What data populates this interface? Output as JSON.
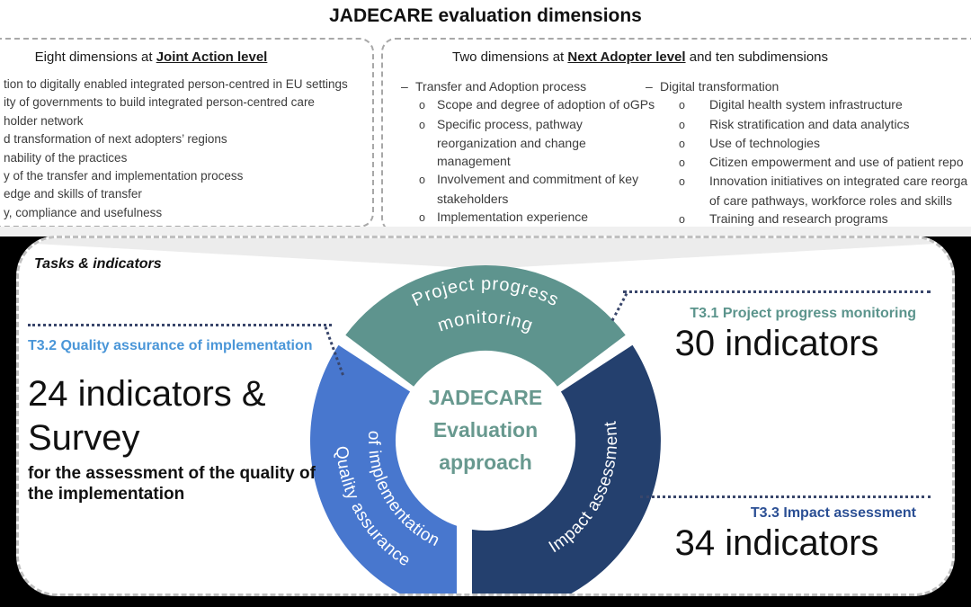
{
  "title": "JADECARE evaluation dimensions",
  "joint_action_box": {
    "heading_prefix": "Eight dimensions at ",
    "heading_emphasis": "Joint Action level",
    "heading_suffix": "",
    "items": [
      "tion to digitally enabled integrated person-centred in EU settings",
      "ity of governments to build integrated person-centred care",
      "holder network",
      "d transformation of next adopters’ regions",
      "nability of the practices",
      "y of the transfer and implementation process",
      "edge and skills of transfer",
      "y, compliance and usefulness"
    ]
  },
  "next_adopter_box": {
    "heading_prefix": "Two dimensions at ",
    "heading_emphasis": "Next Adopter level",
    "heading_suffix": " and ten subdimensions",
    "columns": [
      {
        "dash": "–",
        "heading": "Transfer and Adoption process",
        "rows": [
          {
            "m": "o",
            "t": "Scope and degree of adoption of oGPs"
          },
          {
            "m": "o",
            "t": "Specific process, pathway"
          },
          {
            "m": "",
            "t": "reorganization and change"
          },
          {
            "m": "",
            "t": "management"
          },
          {
            "m": "o",
            "t": "Involvement and commitment of key"
          },
          {
            "m": "",
            "t": "stakeholders"
          },
          {
            "m": "o",
            "t": "Implementation experience"
          }
        ]
      },
      {
        "dash": "–",
        "heading": "Digital transformation",
        "rows": [
          {
            "m": "o",
            "t": "Digital health system infrastructure"
          },
          {
            "m": "o",
            "t": "Risk stratification and data analytics"
          },
          {
            "m": "o",
            "t": "Use of technologies"
          },
          {
            "m": "o",
            "t": "Citizen empowerment and use of patient repo"
          },
          {
            "m": "o",
            "t": "Innovation initiatives on integrated care reorga"
          },
          {
            "m": "",
            "t": "of care pathways, workforce roles and skills"
          },
          {
            "m": "o",
            "t": "Training and research programs"
          }
        ]
      }
    ]
  },
  "panel": {
    "corner_label": "Tasks & indicators",
    "tasks": {
      "t32": {
        "label": "T3.2 Quality assurance of implementation",
        "headline": "24 indicators & Survey",
        "description": "for the assessment of the quality of the implementation",
        "color": "#4A96D8"
      },
      "t31": {
        "label": "T3.1 Project progress monitoring",
        "count": "30 indicators",
        "color": "#5B948C"
      },
      "t33": {
        "label": "T3.3 Impact assessment",
        "count": "34 indicators",
        "color": "#2B4F94"
      }
    },
    "donut": {
      "center": {
        "line1": "JADECARE",
        "line2": "Evaluation",
        "line3": "approach",
        "color": "#68998F"
      },
      "segments": [
        {
          "name": "project-progress-monitoring",
          "label_line1": "Project progress",
          "label_line2": "monitoring",
          "color": "#5E948E"
        },
        {
          "name": "quality-assurance-of-implementation",
          "label_line1": "Quality assurance",
          "label_line2": "of implementation",
          "color": "#4877CE"
        },
        {
          "name": "impact-assessment",
          "label": "Impact assessment",
          "color": "#24406E"
        }
      ]
    },
    "leader_color": "#39466B"
  }
}
